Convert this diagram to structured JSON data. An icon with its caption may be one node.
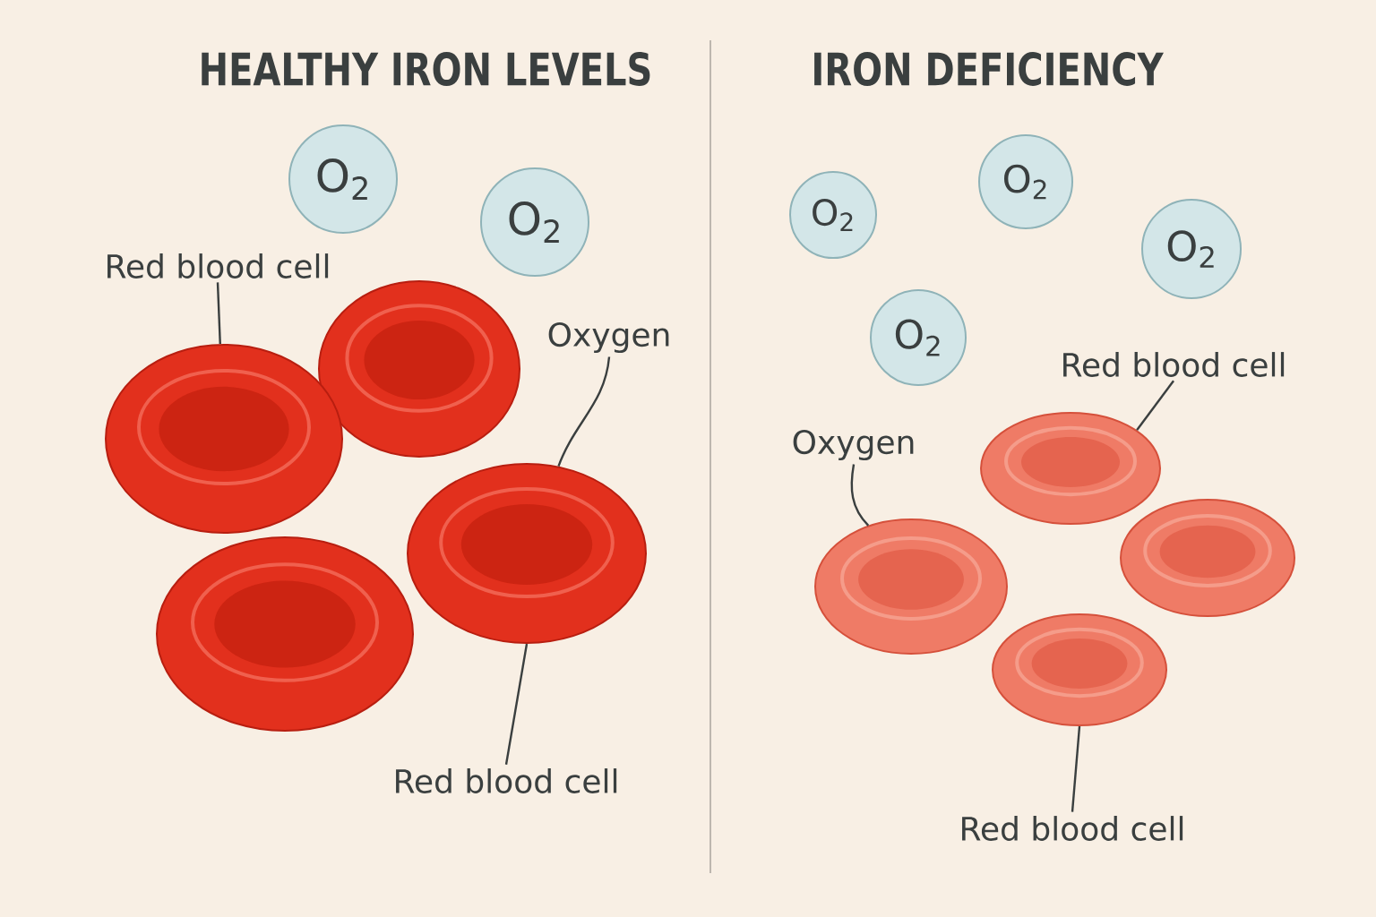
{
  "diagram": {
    "nodes": [
      {
        "text": [
          "O$_{2}$"
        ]
      },
      {
        "text": [
          "O$_{2}$"
        ]
      },
      {
        "text": [
          "Red blood cell"
        ]
      },
      {
        "text": [
          "Oxygen"
        ]
      },
      {
        "text": [],
        "shape": "picture"
      },
      {
        "text": [],
        "shape": "picture"
      },
      {
        "text": [],
        "shape": "picture"
      },
      {
        "text": [],
        "shape": "picture"
      },
      {
        "text": [
          "Red blood cell"
        ]
      },
      {
        "text": [
          "O$_{2}$"
        ]
      },
      {
        "text": [
          "O$_{2}$"
        ]
      },
      {
        "text": [
          "O$_{2}$"
        ]
      },
      {
        "text": [
          "O$_{2}$"
        ]
      },
      {
        "text": [
          "Red blood cell"
        ]
      },
      {
        "text": [
          "Oxygen"
        ]
      },
      {
        "text": [],
        "shape": "picture"
      },
      {
        "text": [],
        "shape": "picture"
      },
      {
        "text": [],
        "shape": "picture"
      },
      {
        "text": [],
        "shape": "picture"
      },
      {
        "text": [
          "Red blood cell"
        ]
      }
    ],
    "edges": [
      {
        "from": 2,
        "to": 4,
        "arrow": "none"
      },
      {
        "from": 3,
        "to": 6,
        "arrow": "none"
      },
      {
        "from": 8,
        "to": 6,
        "arrow": "none"
      },
      {
        "from": 13,
        "to": 15,
        "arrow": "none"
      },
      {
        "from": 14,
        "to": 17,
        "arrow": "none"
      },
      {
        "from": 19,
        "to": 18,
        "arrow": "none"
      }
    ],
    "labels": [
      "HEALTHY IRON LEVELS",
      "IRON DEFICIENCY"
    ]
  }
}
